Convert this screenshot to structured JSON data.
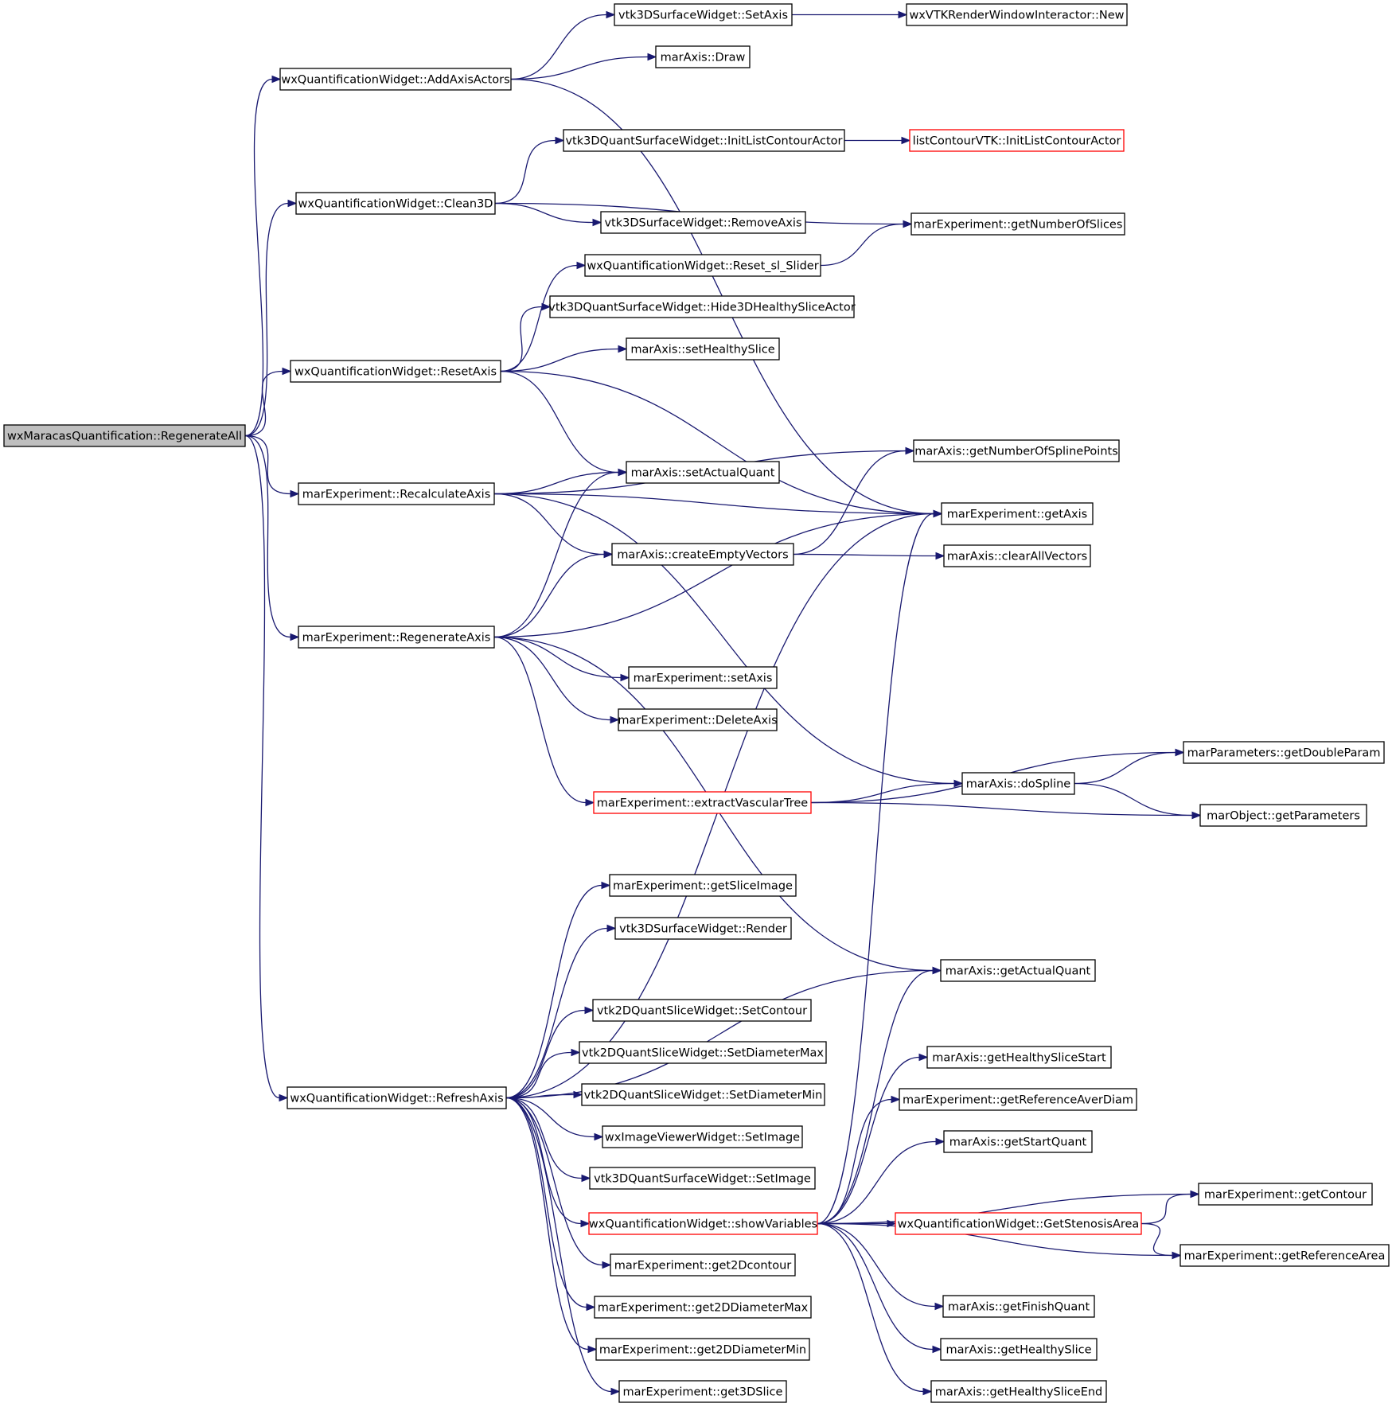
{
  "colors": {
    "edge": "#191970",
    "node_border": "#000000",
    "node_border_truncated": "#ff0000",
    "root_fill": "#bfbfbf",
    "node_fill": "#ffffff"
  },
  "nodes": [
    {
      "id": "root",
      "label": "wxMaracasQuantification::RegenerateAll",
      "kind": "root"
    },
    {
      "id": "addAxis",
      "label": "wxQuantificationWidget::AddAxisActors"
    },
    {
      "id": "clean3d",
      "label": "wxQuantificationWidget::Clean3D"
    },
    {
      "id": "resetAxis",
      "label": "wxQuantificationWidget::ResetAxis"
    },
    {
      "id": "recalc",
      "label": "marExperiment::RecalculateAxis"
    },
    {
      "id": "regen",
      "label": "marExperiment::RegenerateAxis"
    },
    {
      "id": "refresh",
      "label": "wxQuantificationWidget::RefreshAxis"
    },
    {
      "id": "setAxis3D",
      "label": "vtk3DSurfaceWidget::SetAxis"
    },
    {
      "id": "wxvtkNew",
      "label": "wxVTKRenderWindowInteractor::New"
    },
    {
      "id": "draw",
      "label": "marAxis::Draw"
    },
    {
      "id": "initLCA",
      "label": "vtk3DQuantSurfaceWidget::InitListContourActor"
    },
    {
      "id": "listLCA",
      "label": "listContourVTK::InitListContourActor",
      "kind": "truncated"
    },
    {
      "id": "removeAx",
      "label": "vtk3DSurfaceWidget::RemoveAxis"
    },
    {
      "id": "getNSlices",
      "label": "marExperiment::getNumberOfSlices"
    },
    {
      "id": "resetSl",
      "label": "wxQuantificationWidget::Reset_sl_Slider"
    },
    {
      "id": "hide3d",
      "label": "vtk3DQuantSurfaceWidget::Hide3DHealthySliceActor"
    },
    {
      "id": "setHealthy",
      "label": "marAxis::setHealthySlice"
    },
    {
      "id": "setActQ",
      "label": "marAxis::setActualQuant"
    },
    {
      "id": "getNSpl",
      "label": "marAxis::getNumberOfSplinePoints"
    },
    {
      "id": "getAxis",
      "label": "marExperiment::getAxis"
    },
    {
      "id": "createEV",
      "label": "marAxis::createEmptyVectors"
    },
    {
      "id": "clearAV",
      "label": "marAxis::clearAllVectors"
    },
    {
      "id": "setAxisE",
      "label": "marExperiment::setAxis"
    },
    {
      "id": "delAxis",
      "label": "marExperiment::DeleteAxis"
    },
    {
      "id": "extractVT",
      "label": "marExperiment::extractVascularTree",
      "kind": "truncated"
    },
    {
      "id": "doSpline",
      "label": "marAxis::doSpline"
    },
    {
      "id": "getDblP",
      "label": "marParameters::getDoubleParam"
    },
    {
      "id": "getParams",
      "label": "marObject::getParameters"
    },
    {
      "id": "getSliceImg",
      "label": "marExperiment::getSliceImage"
    },
    {
      "id": "render3d",
      "label": "vtk3DSurfaceWidget::Render"
    },
    {
      "id": "getActQ",
      "label": "marAxis::getActualQuant"
    },
    {
      "id": "setContour",
      "label": "vtk2DQuantSliceWidget::SetContour"
    },
    {
      "id": "setDMax",
      "label": "vtk2DQuantSliceWidget::SetDiameterMax"
    },
    {
      "id": "setDMin",
      "label": "vtk2DQuantSliceWidget::SetDiameterMin"
    },
    {
      "id": "imgSet",
      "label": "wxImageViewerWidget::SetImage"
    },
    {
      "id": "qsSet",
      "label": "vtk3DQuantSurfaceWidget::SetImage"
    },
    {
      "id": "showVars",
      "label": "wxQuantificationWidget::showVariables",
      "kind": "truncated"
    },
    {
      "id": "get2Dc",
      "label": "marExperiment::get2Dcontour"
    },
    {
      "id": "get2DMax",
      "label": "marExperiment::get2DDiameterMax"
    },
    {
      "id": "get2DMin",
      "label": "marExperiment::get2DDiameterMin"
    },
    {
      "id": "get3DSl",
      "label": "marExperiment::get3DSlice"
    },
    {
      "id": "getHSS",
      "label": "marAxis::getHealthySliceStart"
    },
    {
      "id": "getRefAD",
      "label": "marExperiment::getReferenceAverDiam"
    },
    {
      "id": "getStartQ",
      "label": "marAxis::getStartQuant"
    },
    {
      "id": "getContour",
      "label": "marExperiment::getContour"
    },
    {
      "id": "getSten",
      "label": "wxQuantificationWidget::GetStenosisArea",
      "kind": "truncated"
    },
    {
      "id": "getRefA",
      "label": "marExperiment::getReferenceArea"
    },
    {
      "id": "getFinQ",
      "label": "marAxis::getFinishQuant"
    },
    {
      "id": "getHS",
      "label": "marAxis::getHealthySlice"
    },
    {
      "id": "getHSE",
      "label": "marAxis::getHealthySliceEnd"
    }
  ],
  "edges": [
    [
      "root",
      "addAxis"
    ],
    [
      "root",
      "clean3d"
    ],
    [
      "root",
      "resetAxis"
    ],
    [
      "root",
      "recalc"
    ],
    [
      "root",
      "regen"
    ],
    [
      "root",
      "refresh"
    ],
    [
      "addAxis",
      "setAxis3D"
    ],
    [
      "addAxis",
      "draw"
    ],
    [
      "addAxis",
      "getAxis"
    ],
    [
      "setAxis3D",
      "wxvtkNew"
    ],
    [
      "clean3d",
      "initLCA"
    ],
    [
      "clean3d",
      "getNSlices"
    ],
    [
      "clean3d",
      "removeAx"
    ],
    [
      "initLCA",
      "listLCA"
    ],
    [
      "resetAxis",
      "resetSl"
    ],
    [
      "resetAxis",
      "hide3d"
    ],
    [
      "resetAxis",
      "setHealthy"
    ],
    [
      "resetAxis",
      "getAxis"
    ],
    [
      "resetAxis",
      "setActQ"
    ],
    [
      "resetSl",
      "getNSlices"
    ],
    [
      "recalc",
      "getNSpl"
    ],
    [
      "recalc",
      "setActQ"
    ],
    [
      "recalc",
      "getAxis"
    ],
    [
      "recalc",
      "createEV"
    ],
    [
      "recalc",
      "doSpline"
    ],
    [
      "createEV",
      "getNSpl"
    ],
    [
      "createEV",
      "clearAV"
    ],
    [
      "regen",
      "setActQ"
    ],
    [
      "regen",
      "createEV"
    ],
    [
      "regen",
      "getAxis"
    ],
    [
      "regen",
      "setAxisE"
    ],
    [
      "regen",
      "delAxis"
    ],
    [
      "regen",
      "extractVT"
    ],
    [
      "regen",
      "getActQ"
    ],
    [
      "extractVT",
      "getDblP"
    ],
    [
      "extractVT",
      "doSpline"
    ],
    [
      "extractVT",
      "getParams"
    ],
    [
      "doSpline",
      "getDblP"
    ],
    [
      "doSpline",
      "getParams"
    ],
    [
      "refresh",
      "getAxis"
    ],
    [
      "refresh",
      "getSliceImg"
    ],
    [
      "refresh",
      "render3d"
    ],
    [
      "refresh",
      "getActQ"
    ],
    [
      "refresh",
      "setContour"
    ],
    [
      "refresh",
      "setDMax"
    ],
    [
      "refresh",
      "setDMin"
    ],
    [
      "refresh",
      "imgSet"
    ],
    [
      "refresh",
      "qsSet"
    ],
    [
      "refresh",
      "showVars"
    ],
    [
      "refresh",
      "get2Dc"
    ],
    [
      "refresh",
      "get2DMax"
    ],
    [
      "refresh",
      "get2DMin"
    ],
    [
      "refresh",
      "get3DSl"
    ],
    [
      "showVars",
      "getAxis"
    ],
    [
      "showVars",
      "getActQ"
    ],
    [
      "showVars",
      "getHSS"
    ],
    [
      "showVars",
      "getRefAD"
    ],
    [
      "showVars",
      "getStartQ"
    ],
    [
      "showVars",
      "getContour"
    ],
    [
      "showVars",
      "getSten"
    ],
    [
      "showVars",
      "getRefA"
    ],
    [
      "showVars",
      "getFinQ"
    ],
    [
      "showVars",
      "getHS"
    ],
    [
      "showVars",
      "getHSE"
    ],
    [
      "getSten",
      "getContour"
    ],
    [
      "getSten",
      "getRefA"
    ]
  ]
}
